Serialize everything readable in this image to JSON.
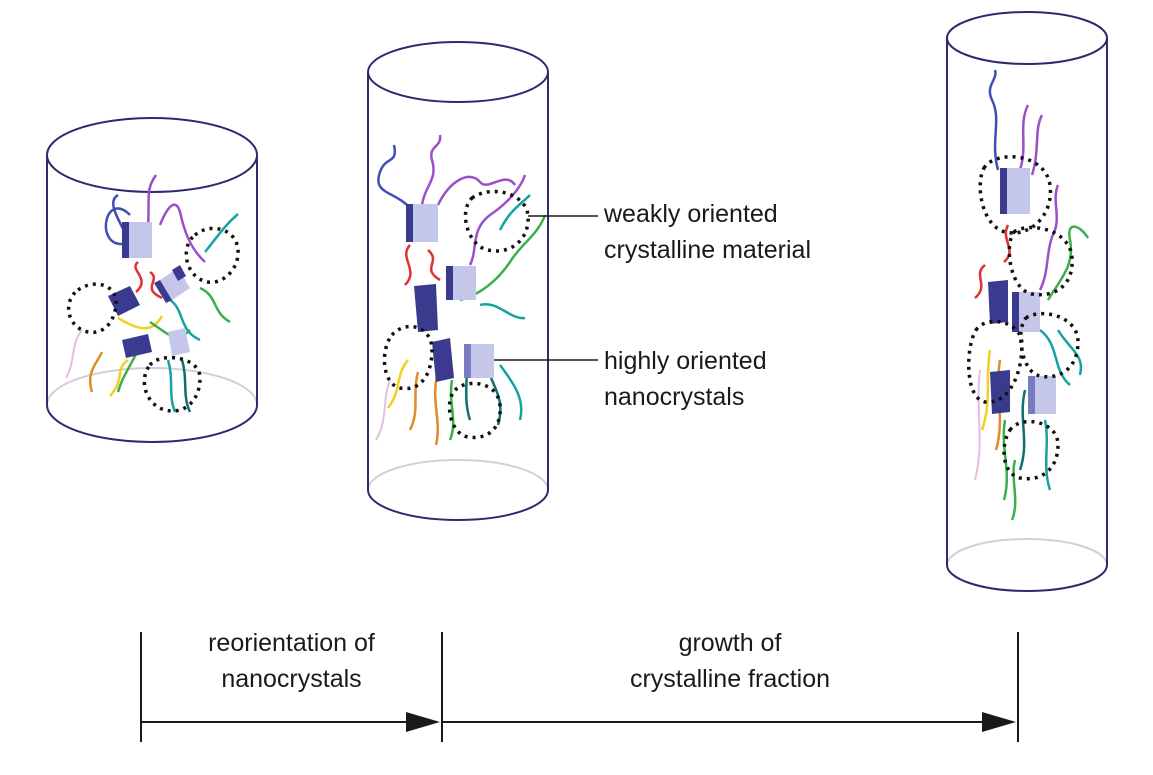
{
  "annotations": {
    "weak_line1": "weakly oriented",
    "weak_line2": "crystalline material",
    "high_line1": "highly oriented",
    "high_line2": "nanocrystals"
  },
  "steps": {
    "step1_line1": "reorientation of",
    "step1_line2": "nanocrystals",
    "step2_line1": "growth of",
    "step2_line2": "crystalline fraction"
  },
  "colors": {
    "outline": "#2e2a6e",
    "crystal_light": "#c4c7ea",
    "crystal_dark": "#3a3a8e",
    "blue": "#3f4fb5",
    "purple": "#9b4fc9",
    "red": "#e03030",
    "orange": "#e08a2a",
    "yellow": "#f0d020",
    "green": "#3ab04a",
    "teal": "#16a3a0",
    "darkteal": "#0f6f70",
    "pink": "#e8bce0"
  }
}
